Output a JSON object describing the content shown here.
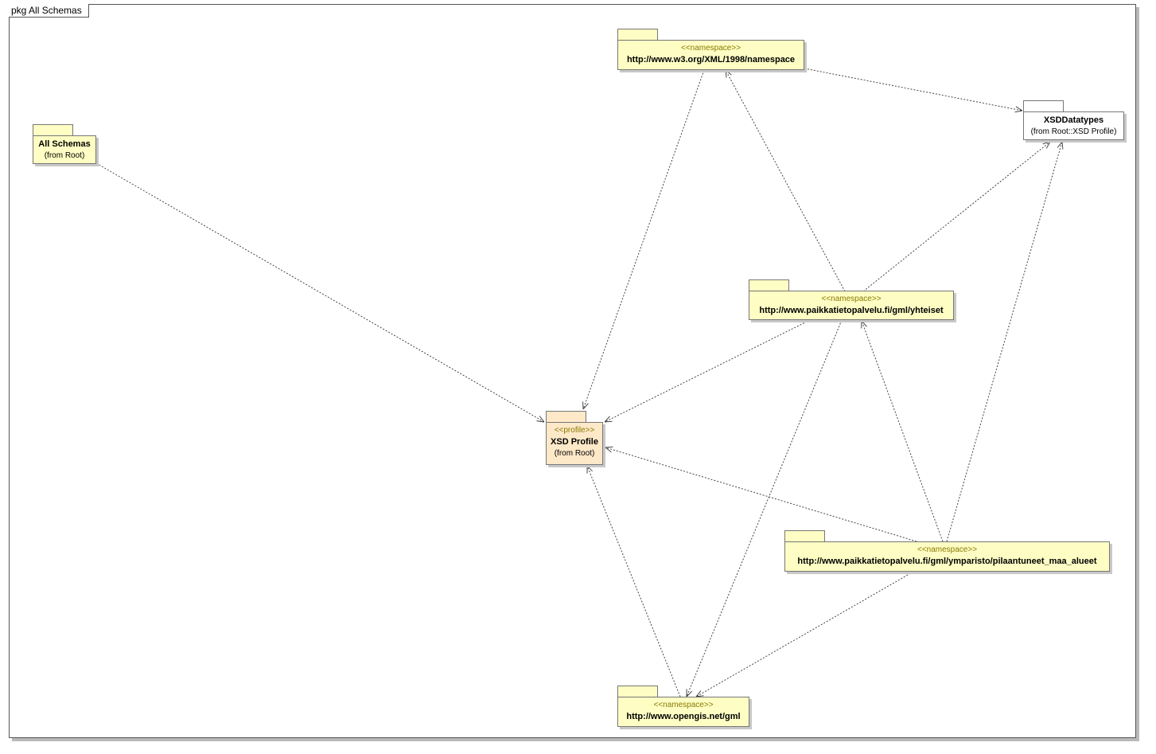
{
  "frame": {
    "title": "pkg All Schemas"
  },
  "packages": {
    "all_schemas": {
      "name": "All Schemas",
      "from": "(from Root)"
    },
    "w3_namespace": {
      "stereotype": "<<namespace>>",
      "name": "http://www.w3.org/XML/1998/namespace"
    },
    "xsd_datatypes": {
      "name": "XSDDatatypes",
      "from": "(from Root::XSD Profile)"
    },
    "yhteiset": {
      "stereotype": "<<namespace>>",
      "name": "http://www.paikkatietopalvelu.fi/gml/yhteiset"
    },
    "xsd_profile": {
      "stereotype": "<<profile>>",
      "name": "XSD Profile",
      "from": "(from Root)"
    },
    "pilaantuneet": {
      "stereotype": "<<namespace>>",
      "name": "http://www.paikkatietopalvelu.fi/gml/ymparisto/pilaantuneet_maa_alueet"
    },
    "opengis": {
      "stereotype": "<<namespace>>",
      "name": "http://www.opengis.net/gml"
    }
  },
  "dependencies": [
    {
      "from": "All Schemas",
      "to": "XSD Profile"
    },
    {
      "from": "http://www.w3.org/XML/1998/namespace",
      "to": "XSD Profile"
    },
    {
      "from": "http://www.w3.org/XML/1998/namespace",
      "to": "XSDDatatypes"
    },
    {
      "from": "http://www.paikkatietopalvelu.fi/gml/yhteiset",
      "to": "http://www.w3.org/XML/1998/namespace"
    },
    {
      "from": "http://www.paikkatietopalvelu.fi/gml/yhteiset",
      "to": "XSDDatatypes"
    },
    {
      "from": "http://www.paikkatietopalvelu.fi/gml/yhteiset",
      "to": "XSD Profile"
    },
    {
      "from": "http://www.paikkatietopalvelu.fi/gml/yhteiset",
      "to": "http://www.opengis.net/gml"
    },
    {
      "from": "http://www.paikkatietopalvelu.fi/gml/ymparisto/pilaantuneet_maa_alueet",
      "to": "XSD Profile"
    },
    {
      "from": "http://www.paikkatietopalvelu.fi/gml/ymparisto/pilaantuneet_maa_alueet",
      "to": "XSDDatatypes"
    },
    {
      "from": "http://www.paikkatietopalvelu.fi/gml/ymparisto/pilaantuneet_maa_alueet",
      "to": "http://www.paikkatietopalvelu.fi/gml/yhteiset"
    },
    {
      "from": "http://www.paikkatietopalvelu.fi/gml/ymparisto/pilaantuneet_maa_alueet",
      "to": "http://www.opengis.net/gml"
    },
    {
      "from": "http://www.opengis.net/gml",
      "to": "XSD Profile"
    }
  ]
}
